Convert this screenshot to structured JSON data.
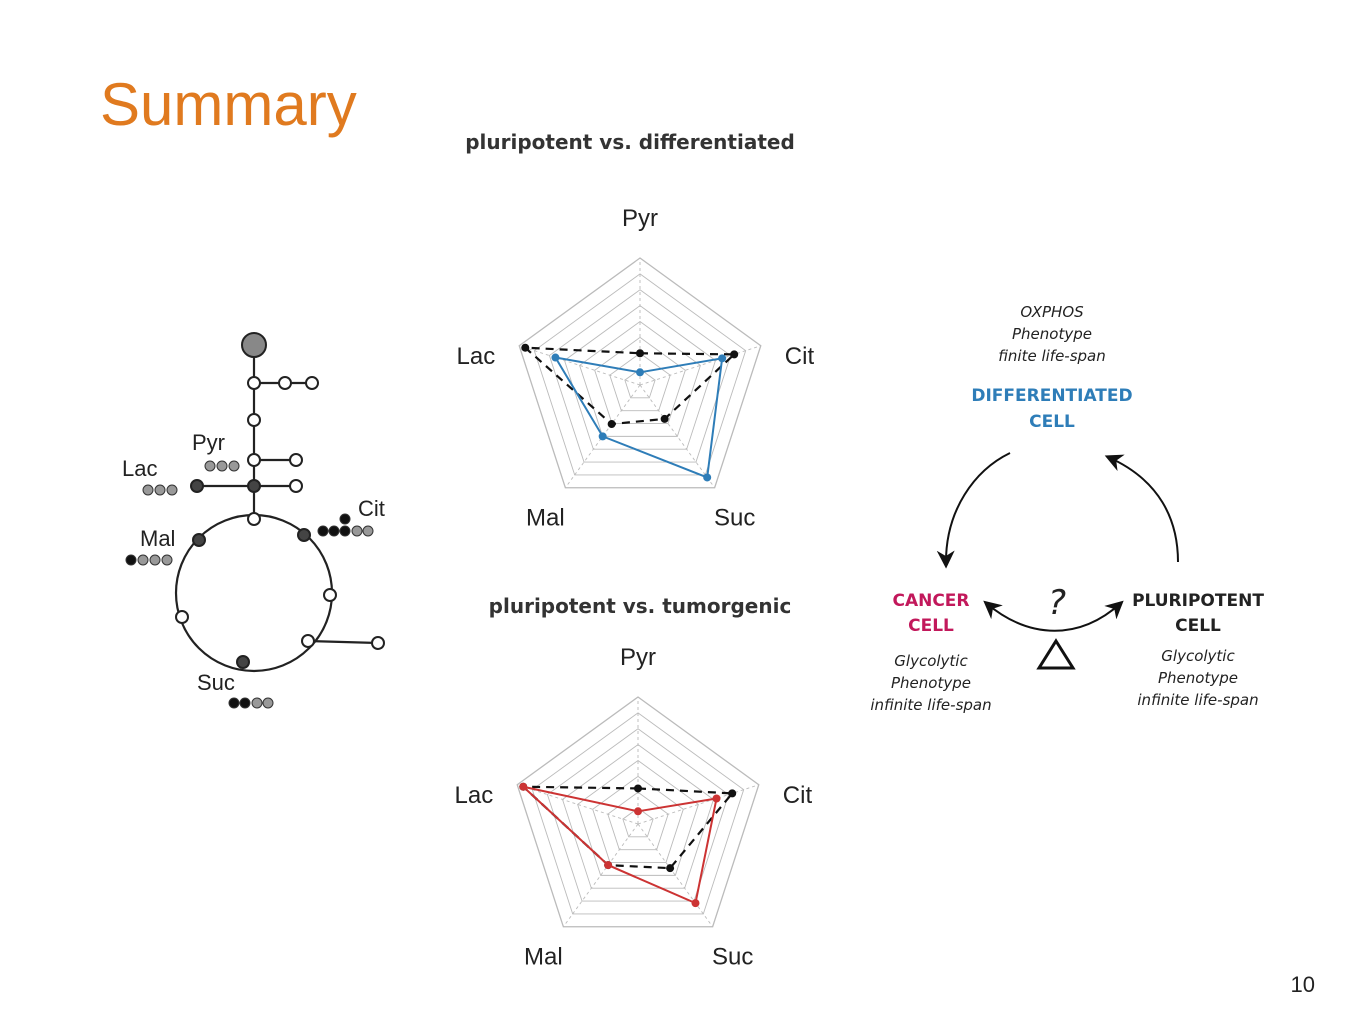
{
  "slide": {
    "title": "Summary",
    "page_number": "10"
  },
  "pathway": {
    "labels": {
      "lac": "Lac",
      "pyr": "Pyr",
      "cit": "Cit",
      "mal": "Mal",
      "suc": "Suc"
    }
  },
  "radars": [
    {
      "title": "pluripotent vs. differentiated",
      "axes": [
        "Pyr",
        "Cit",
        "Suc",
        "Mal",
        "Lac"
      ],
      "color": "#2e7db8",
      "dashed_values": [
        0.25,
        0.78,
        0.33,
        0.38,
        0.95
      ],
      "solid_values": [
        0.1,
        0.68,
        0.9,
        0.5,
        0.7
      ]
    },
    {
      "title": "pluripotent vs. tumorgenic",
      "axes": [
        "Pyr",
        "Cit",
        "Suc",
        "Mal",
        "Lac"
      ],
      "color": "#cc3333",
      "dashed_values": [
        0.28,
        0.78,
        0.43,
        0.4,
        0.95
      ],
      "solid_values": [
        0.1,
        0.65,
        0.77,
        0.4,
        0.95
      ]
    }
  ],
  "cycle": {
    "differentiated": {
      "phenotype_lines": [
        "OXPHOS",
        "Phenotype",
        "finite life-span"
      ],
      "name_lines": [
        "DIFFERENTIATED",
        "CELL"
      ],
      "color": "#2e7db8"
    },
    "cancer": {
      "name_lines": [
        "CANCER",
        "CELL"
      ],
      "phenotype_lines": [
        "Glycolytic",
        "Phenotype",
        "infinite life-span"
      ],
      "color": "#c2185b"
    },
    "pluripotent": {
      "name_lines": [
        "PLURIPOTENT",
        "CELL"
      ],
      "phenotype_lines": [
        "Glycolytic",
        "Phenotype",
        "infinite life-span"
      ],
      "color": "#222222"
    },
    "question_mark": "?"
  }
}
